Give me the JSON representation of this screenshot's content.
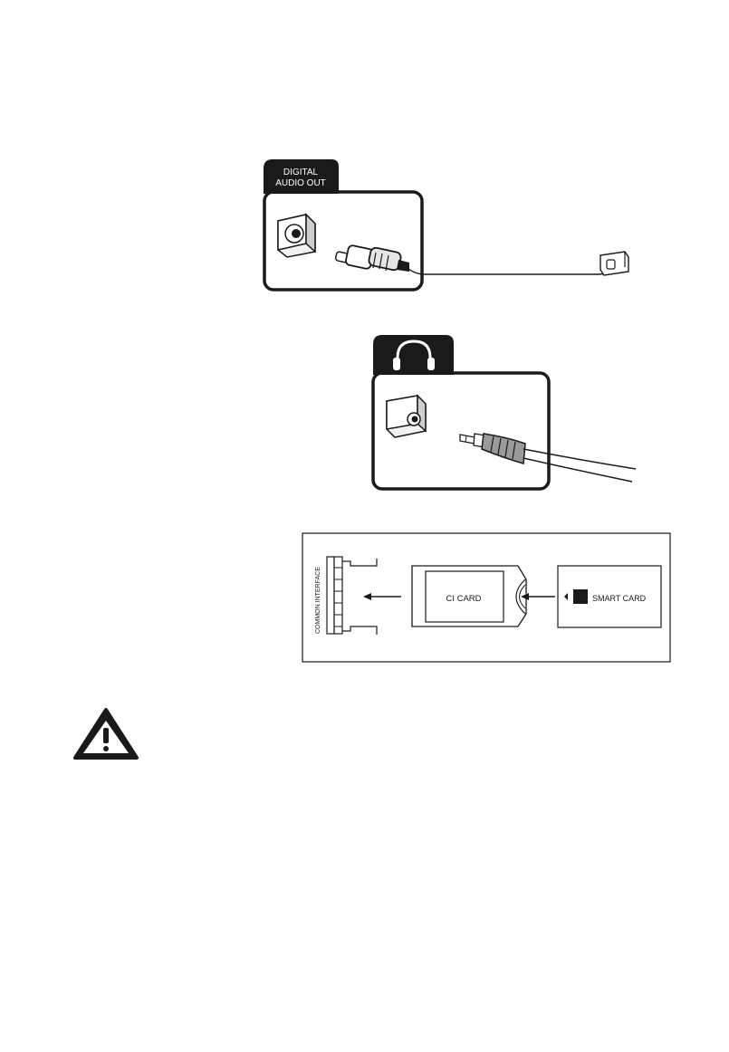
{
  "digital_audio_panel": {
    "tab_label_line1": "DIGITAL",
    "tab_label_line2": "AUDIO OUT",
    "icons": [
      "coaxial-jack-icon",
      "rca-plug-icon",
      "wall-socket-icon"
    ]
  },
  "headphone_panel": {
    "icons": [
      "headphones-icon",
      "audio-jack-socket-icon",
      "stereo-plug-icon"
    ]
  },
  "ci_card_diagram": {
    "slot_label": "COMMON INTERFACE",
    "ci_card_label": "CI CARD",
    "smart_card_label": "SMART CARD",
    "icons": [
      "ci-slot-icon",
      "arrow-left-icon",
      "chip-icon"
    ]
  },
  "warning": {
    "icon": "warning-triangle-icon"
  },
  "colors": {
    "ink": "#1a1a1a",
    "tab_fill": "#1a1a1a",
    "tab_text": "#ffffff",
    "background": "#ffffff"
  }
}
